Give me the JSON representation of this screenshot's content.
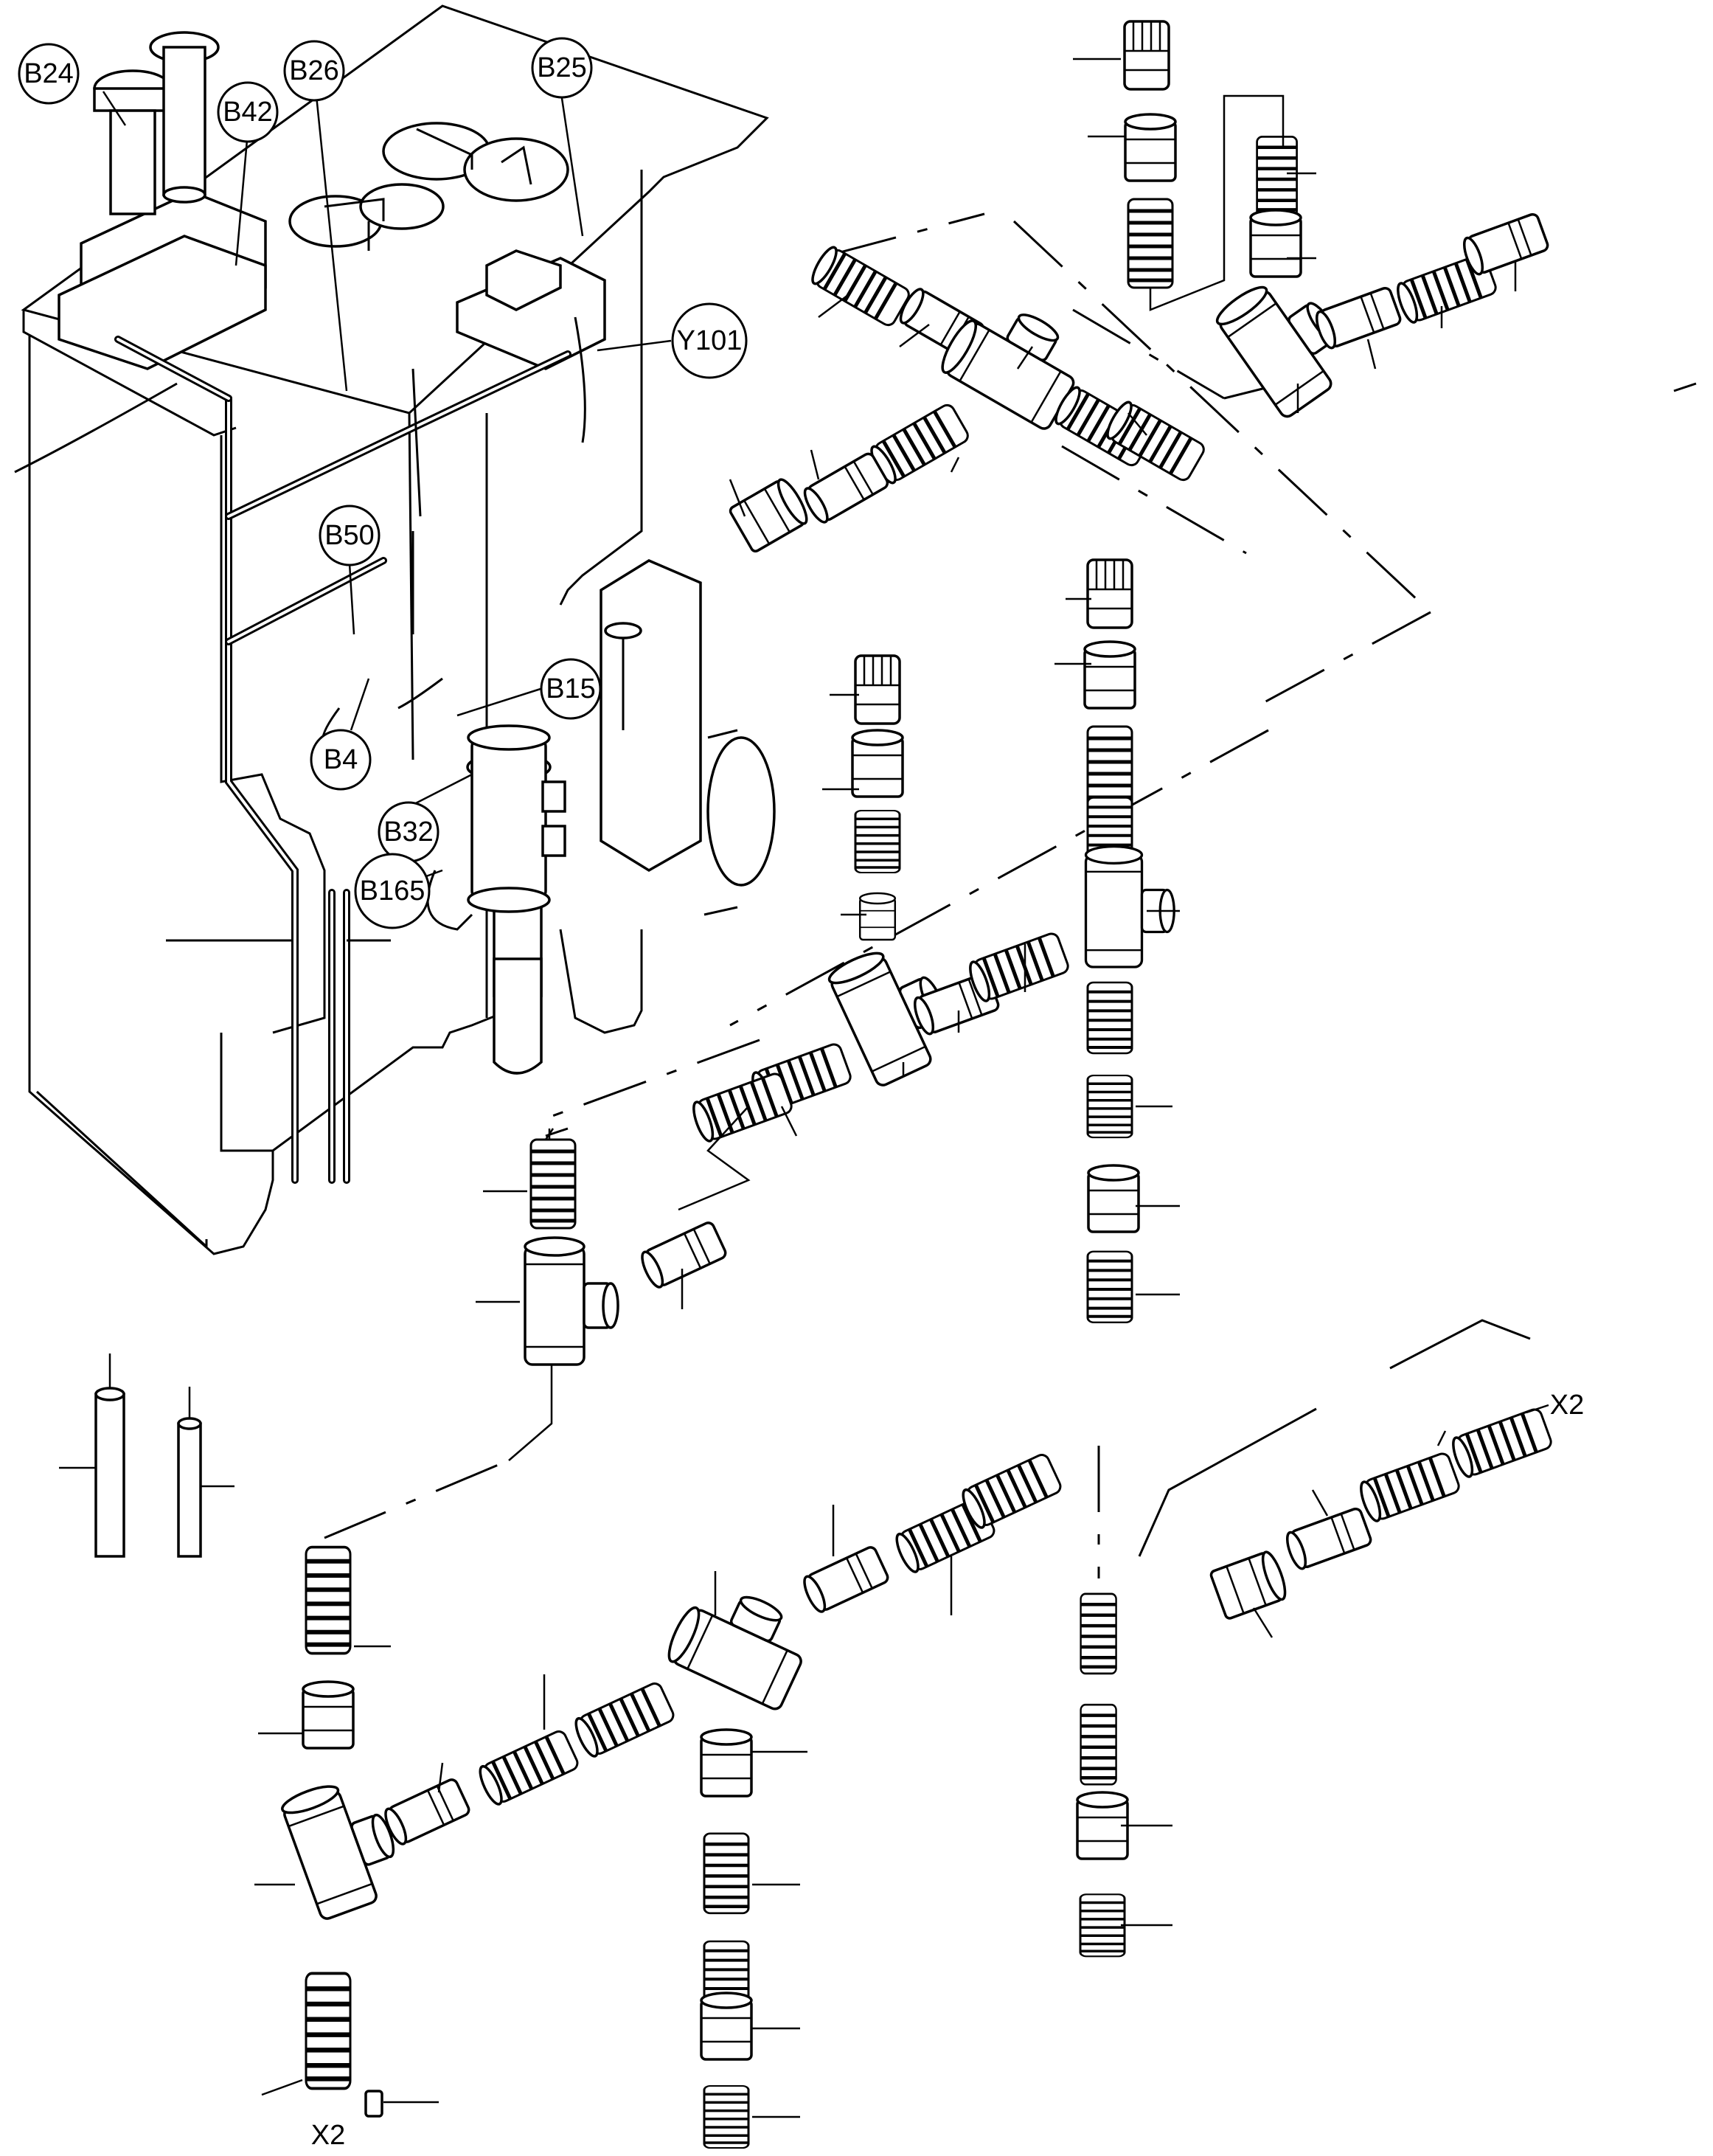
{
  "diagram": {
    "component_labels": [
      {
        "id": "b24",
        "text": "B24"
      },
      {
        "id": "b26",
        "text": "B26"
      },
      {
        "id": "b25",
        "text": "B25"
      },
      {
        "id": "b42",
        "text": "B42"
      },
      {
        "id": "y101",
        "text": "Y101"
      },
      {
        "id": "b50",
        "text": "B50"
      },
      {
        "id": "b15",
        "text": "B15"
      },
      {
        "id": "b4",
        "text": "B4"
      },
      {
        "id": "b32",
        "text": "B32"
      },
      {
        "id": "b165",
        "text": "B165"
      }
    ],
    "connector_labels": [
      {
        "id": "x2-right",
        "text": "X2"
      },
      {
        "id": "x2-bottom",
        "text": "X2"
      }
    ]
  }
}
